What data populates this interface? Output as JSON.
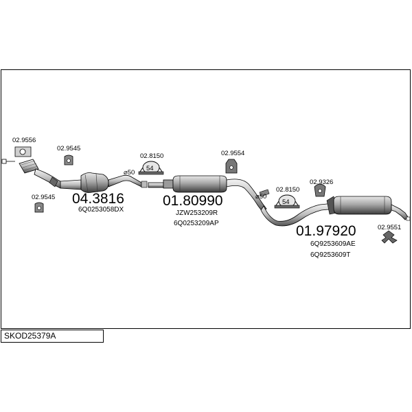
{
  "diagram_code": "SKOD25379A",
  "parts": {
    "clamp_front_flange": "02.9556",
    "hanger_front_top": "02.9545",
    "hanger_front_bottom": "02.9545",
    "catalyst_number": "04.3816",
    "catalyst_oem": "6Q0253058DX",
    "pipe_dia_1": "⌀50",
    "clamp_mid": "02.8150",
    "clamp_mid_badge": "54",
    "hanger_mid": "02.9554",
    "middle_silencer_number": "01.80990",
    "middle_silencer_oem_1": "JZW253209R",
    "middle_silencer_oem_2": "6Q0253209AP",
    "pipe_dia_2": "⌀50",
    "clamp_rear": "02.8150",
    "clamp_rear_badge": "54",
    "hanger_rear": "02.9326",
    "rear_silencer_number": "01.97920",
    "rear_silencer_oem_1": "6Q9253609AE",
    "rear_silencer_oem_2": "6Q9253609T",
    "tail_bracket": "02.9551"
  },
  "colors": {
    "line": "#000000",
    "metal_light": "#d9d9d9",
    "metal_mid": "#9a9a9a",
    "metal_dark": "#4a4a4a",
    "background": "#ffffff"
  }
}
